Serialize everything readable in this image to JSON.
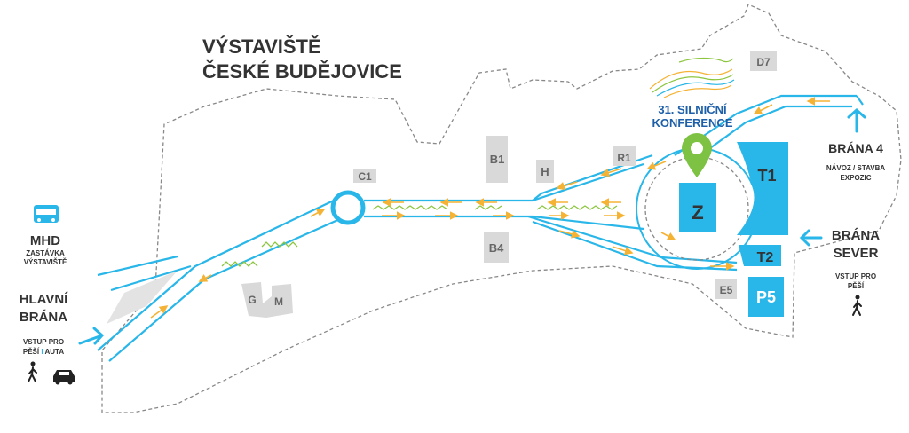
{
  "venue": {
    "line1": "VÝSTAVIŠTĚ",
    "line2": "ČESKÉ BUDĚJOVICE"
  },
  "event": {
    "line1": "31. SILNIČNÍ",
    "line2": "KONFERENCE",
    "marker_icon": "location-pin-icon",
    "marker_color": "#7dc243"
  },
  "zones": {
    "z": "Z",
    "t1": "T1",
    "t2": "T2",
    "p5": "P5",
    "c1": "C1",
    "b1": "B1",
    "b4": "B4",
    "h": "H",
    "r1": "R1",
    "d7": "D7",
    "e5": "E5",
    "g": "G",
    "m": "M"
  },
  "mhd": {
    "title": "MHD",
    "sub1": "ZASTÁVKA",
    "sub2": "VÝSTAVIŠTĚ",
    "icon": "bus-icon"
  },
  "main_gate": {
    "line1": "HLAVNÍ",
    "line2": "BRÁNA",
    "sub1": "VSTUP PRO",
    "sub2a": "PĚŠÍ",
    "sub2sep": "I",
    "sub2b": "AUTA",
    "icons": [
      "pedestrian-icon",
      "car-icon"
    ]
  },
  "gate4": {
    "title": "BRÁNA 4",
    "sub1": "NÁVOZ / STAVBA",
    "sub2": "EXPOZIC"
  },
  "north_gate": {
    "line1": "BRÁNA",
    "line2": "SEVER",
    "sub1": "VSTUP PRO",
    "sub2": "PĚŠÍ",
    "icon": "pedestrian-icon"
  },
  "colors": {
    "road": "#29b6e8",
    "arrow": "#f5b335",
    "greenery": "#8cc63f",
    "building": "#d9d9d9",
    "boundary": "#888888",
    "gate_arrow": "#29b6e8",
    "text": "#333333"
  }
}
